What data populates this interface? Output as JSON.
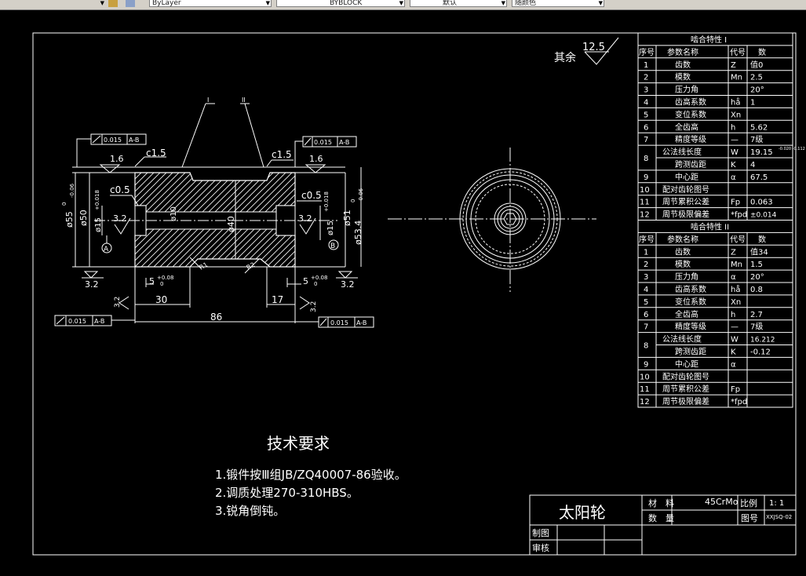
{
  "toolbar": {
    "linetype": "ByLayer",
    "lineweight": "BYBLOCK",
    "plotstyle": "默认",
    "color": "随颜色"
  },
  "drawing": {
    "roughness_prefix": "其余",
    "roughness_value": "12.5",
    "section_labels": [
      "I",
      "II"
    ],
    "tolerance_value": "0.015",
    "tolerance_datum": "A-B",
    "dims": {
      "c15_left": "c1.5",
      "c15_right": "c1.5",
      "c05_left": "c0.5",
      "c05_right": "c0.5",
      "r16_left": "1.6",
      "r16_right": "1.6",
      "r32_a": "3.2",
      "r32_b": "3.2",
      "r32_c": "3.2",
      "r32_d": "3.2",
      "r32_e": "3.2",
      "r32_f": "3.2",
      "d55": "ø55",
      "d55_tol": "0",
      "d55_tol2": "-0.06",
      "d50": "ø50",
      "d15": "ø15",
      "d15_tol": "+0.018",
      "d10": "ø10",
      "d40": "ø40",
      "d15b": "ø15",
      "d15b_tol": "+0.018",
      "d51": "ø51",
      "d534": "ø53.4",
      "d534_tol": "0",
      "d534_tol2": "-0.06",
      "r1": "R1",
      "r2": "R2",
      "g5_left": "5",
      "g5_left_tol": "+0.08",
      "g5_left_tol2": "0",
      "g5_right": "5",
      "g5_right_tol": "+0.08",
      "g5_right_tol2": "0",
      "l30": "30",
      "l17": "17",
      "l86": "86",
      "datum_a": "A",
      "datum_b": "B"
    }
  },
  "gear_table_1": {
    "title": "啮合特性 I",
    "headers": [
      "序号",
      "参数名称",
      "代号",
      "数"
    ],
    "rows": [
      [
        "1",
        "齿数",
        "Z",
        "值0"
      ],
      [
        "2",
        "模数",
        "Mn",
        "2.5"
      ],
      [
        "3",
        "压力角",
        "",
        "20°"
      ],
      [
        "4",
        "齿高系数",
        "hå",
        "1"
      ],
      [
        "5",
        "变位系数",
        "Xn",
        ""
      ],
      [
        "6",
        "全齿高",
        "h",
        "5.62"
      ],
      [
        "7",
        "精度等级",
        "—",
        "7级"
      ],
      [
        "8",
        "公法线长度",
        "W",
        "19.15"
      ],
      [
        "",
        "跨测齿距",
        "K",
        "4"
      ],
      [
        "9",
        "中心距",
        "α",
        "67.5"
      ],
      [
        "10",
        "配对齿轮图号",
        "",
        ""
      ],
      [
        "11",
        "周节累积公差",
        "Fp",
        "0.063"
      ],
      [
        "12",
        "周节极限偏差",
        "*fpd",
        "±0.014"
      ]
    ],
    "w_tol": "-0.020 -0.112"
  },
  "gear_table_2": {
    "title": "啮合特性 II",
    "headers": [
      "序号",
      "参数名称",
      "代号",
      "数"
    ],
    "rows": [
      [
        "1",
        "齿数",
        "Z",
        "值34"
      ],
      [
        "2",
        "模数",
        "Mn",
        "1.5"
      ],
      [
        "3",
        "压力角",
        "α",
        "20°"
      ],
      [
        "4",
        "齿高系数",
        "hå",
        "0.8"
      ],
      [
        "5",
        "变位系数",
        "Xn",
        ""
      ],
      [
        "6",
        "全齿高",
        "h",
        "2.7"
      ],
      [
        "7",
        "精度等级",
        "—",
        "7级"
      ],
      [
        "8",
        "公法线长度",
        "W",
        "16.212"
      ],
      [
        "",
        "跨测齿距",
        "K",
        "-0.12"
      ],
      [
        "9",
        "中心距",
        "α",
        ""
      ],
      [
        "10",
        "配对齿轮图号",
        "",
        ""
      ],
      [
        "11",
        "周节累积公差",
        "Fp",
        ""
      ],
      [
        "12",
        "周节极限偏差",
        "*fpd",
        ""
      ]
    ]
  },
  "tech_req": {
    "title": "技术要求",
    "items": [
      "1.锻件按Ⅲ组JB/ZQ40007-86验收。",
      "2.调质处理270-310HBS。",
      "3.锐角倒钝。"
    ]
  },
  "title_block": {
    "part_name": "太阳轮",
    "material_label": "材　料",
    "material_value": "45CrMo",
    "scale_label": "比例",
    "scale_value": "1: 1",
    "qty_label": "数　量",
    "drawing_no_label": "图号",
    "drawing_no_value": "XXJSQ-02",
    "drawn_label": "制图",
    "check_label": "审核"
  }
}
